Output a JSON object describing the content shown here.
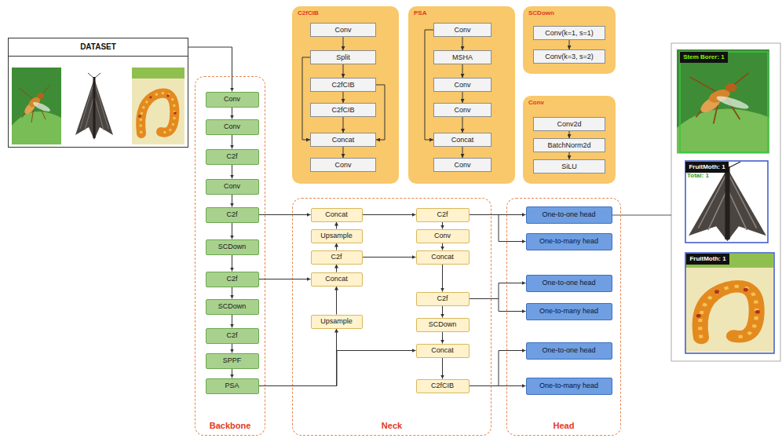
{
  "diagram": {
    "nodes": [
      {
        "text": [
          "DATASET"
        ]
      },
      {
        "text": [
          "Backbone"
        ]
      },
      {
        "text": [
          "Conv"
        ],
        "in": 1
      },
      {
        "text": [
          "Conv"
        ],
        "in": 1
      },
      {
        "text": [
          "C2f"
        ],
        "in": 1
      },
      {
        "text": [
          "Conv"
        ],
        "in": 1
      },
      {
        "text": [
          "C2f"
        ],
        "in": 1
      },
      {
        "text": [
          "SCDown"
        ],
        "in": 1
      },
      {
        "text": [
          "C2f"
        ],
        "in": 1
      },
      {
        "text": [
          "SCDown"
        ],
        "in": 1
      },
      {
        "text": [
          "C2f"
        ],
        "in": 1
      },
      {
        "text": [
          "SPPF"
        ],
        "in": 1
      },
      {
        "text": [
          "PSA"
        ],
        "in": 1
      },
      {
        "text": [
          "C2fCIB"
        ]
      },
      {
        "text": [
          "Conv"
        ],
        "in": 13
      },
      {
        "text": [
          "Split"
        ],
        "in": 13
      },
      {
        "text": [
          "C2fCIB"
        ],
        "in": 13
      },
      {
        "text": [
          "C2fCIB"
        ],
        "in": 13
      },
      {
        "text": [
          "Concat"
        ],
        "in": 13
      },
      {
        "text": [
          "Conv"
        ],
        "in": 13
      },
      {
        "text": [
          "PSA"
        ]
      },
      {
        "text": [
          "Conv"
        ],
        "in": 20
      },
      {
        "text": [
          "MSHA"
        ],
        "in": 20
      },
      {
        "text": [
          "Conv"
        ],
        "in": 20
      },
      {
        "text": [
          "Conv"
        ],
        "in": 20
      },
      {
        "text": [
          "Concat"
        ],
        "in": 20
      },
      {
        "text": [
          "Conv"
        ],
        "in": 20
      },
      {
        "text": [
          "SCDown"
        ]
      },
      {
        "text": [
          "Conv(k=1, s=1)"
        ],
        "in": 27
      },
      {
        "text": [
          "Conv(k=3, s=2)"
        ],
        "in": 27
      },
      {
        "text": [
          "Conv"
        ]
      },
      {
        "text": [
          "Conv2d"
        ],
        "in": 30
      },
      {
        "text": [
          "BatchNorm2d"
        ],
        "in": 30
      },
      {
        "text": [
          "SiLU"
        ],
        "in": 30
      },
      {
        "text": [
          "Neck"
        ]
      },
      {
        "text": [
          "Concat"
        ],
        "in": 34
      },
      {
        "text": [
          "Upsample"
        ],
        "in": 34
      },
      {
        "text": [
          "C2f"
        ],
        "in": 34
      },
      {
        "text": [
          "Concat"
        ],
        "in": 34
      },
      {
        "text": [
          "Upsample"
        ],
        "in": 34
      },
      {
        "text": [
          "C2f"
        ],
        "in": 34
      },
      {
        "text": [
          "Conv"
        ],
        "in": 34
      },
      {
        "text": [
          "Concat"
        ],
        "in": 34
      },
      {
        "text": [
          "C2f"
        ],
        "in": 34
      },
      {
        "text": [
          "SCDown"
        ],
        "in": 34
      },
      {
        "text": [
          "Concat"
        ],
        "in": 34
      },
      {
        "text": [
          "C2fCIB"
        ],
        "in": 34
      },
      {
        "text": [
          "Head"
        ]
      },
      {
        "text": [
          "One-to-one head"
        ],
        "in": 47
      },
      {
        "text": [
          "One-to-many head"
        ],
        "in": 47
      },
      {
        "text": [
          "One-to-one head"
        ],
        "in": 47
      },
      {
        "text": [
          "One-to-many head"
        ],
        "in": 47
      },
      {
        "text": [
          "One-to-one head"
        ],
        "in": 47
      },
      {
        "text": [
          "One-to-many head"
        ],
        "in": 47
      },
      {
        "text": [
          "Stem Borer: 1"
        ]
      },
      {
        "text": [
          "FruitMoth: 1"
        ]
      },
      {
        "text": [
          "FruitMoth: 1"
        ]
      }
    ],
    "edges": [
      {
        "from": 0,
        "to": 2,
        "arrow": "to"
      },
      {
        "from": 2,
        "to": 3,
        "arrow": "to"
      },
      {
        "from": 3,
        "to": 4,
        "arrow": "to"
      },
      {
        "from": 4,
        "to": 5,
        "arrow": "to"
      },
      {
        "from": 5,
        "to": 6,
        "arrow": "to"
      },
      {
        "from": 6,
        "to": 7,
        "arrow": "to"
      },
      {
        "from": 7,
        "to": 8,
        "arrow": "to"
      },
      {
        "from": 8,
        "to": 9,
        "arrow": "to"
      },
      {
        "from": 9,
        "to": 10,
        "arrow": "to"
      },
      {
        "from": 10,
        "to": 11,
        "arrow": "to"
      },
      {
        "from": 11,
        "to": 12,
        "arrow": "to"
      },
      {
        "from": 14,
        "to": 15,
        "arrow": "to"
      },
      {
        "from": 15,
        "to": 16,
        "arrow": "to"
      },
      {
        "from": 16,
        "to": 17,
        "arrow": "to"
      },
      {
        "from": 17,
        "to": 18,
        "arrow": "to"
      },
      {
        "from": 18,
        "to": 19,
        "arrow": "to"
      },
      {
        "from": 15,
        "to": 18,
        "arrow": "to"
      },
      {
        "from": 16,
        "to": 18,
        "arrow": "to"
      },
      {
        "from": 21,
        "to": 22,
        "arrow": "to"
      },
      {
        "from": 22,
        "to": 23,
        "arrow": "to"
      },
      {
        "from": 23,
        "to": 24,
        "arrow": "to"
      },
      {
        "from": 24,
        "to": 25,
        "arrow": "to"
      },
      {
        "from": 25,
        "to": 26,
        "arrow": "to"
      },
      {
        "from": 21,
        "to": 25,
        "arrow": "to"
      },
      {
        "from": 28,
        "to": 29,
        "arrow": "to"
      },
      {
        "from": 31,
        "to": 32,
        "arrow": "to"
      },
      {
        "from": 32,
        "to": 33,
        "arrow": "to"
      },
      {
        "from": 12,
        "to": 39,
        "arrow": "to"
      },
      {
        "from": 12,
        "to": 45,
        "arrow": "to"
      },
      {
        "from": 39,
        "to": 38,
        "arrow": "to"
      },
      {
        "from": 8,
        "to": 38,
        "arrow": "to"
      },
      {
        "from": 38,
        "to": 37,
        "arrow": "to"
      },
      {
        "from": 37,
        "to": 36,
        "arrow": "to"
      },
      {
        "from": 36,
        "to": 35,
        "arrow": "to"
      },
      {
        "from": 6,
        "to": 35,
        "arrow": "to"
      },
      {
        "from": 35,
        "to": 40,
        "arrow": "to"
      },
      {
        "from": 40,
        "to": 41,
        "arrow": "to"
      },
      {
        "from": 41,
        "to": 42,
        "arrow": "to"
      },
      {
        "from": 37,
        "to": 42,
        "arrow": "to"
      },
      {
        "from": 42,
        "to": 43,
        "arrow": "to"
      },
      {
        "from": 43,
        "to": 44,
        "arrow": "to"
      },
      {
        "from": 44,
        "to": 45,
        "arrow": "to"
      },
      {
        "from": 45,
        "to": 46,
        "arrow": "to"
      },
      {
        "from": 40,
        "to": 48,
        "arrow": "to"
      },
      {
        "from": 40,
        "to": 49,
        "arrow": "to"
      },
      {
        "from": 43,
        "to": 50,
        "arrow": "to"
      },
      {
        "from": 43,
        "to": 51,
        "arrow": "to"
      },
      {
        "from": 46,
        "to": 52,
        "arrow": "to"
      },
      {
        "from": 46,
        "to": 53,
        "arrow": "to"
      }
    ],
    "labels": [
      "Total: 1"
    ]
  }
}
